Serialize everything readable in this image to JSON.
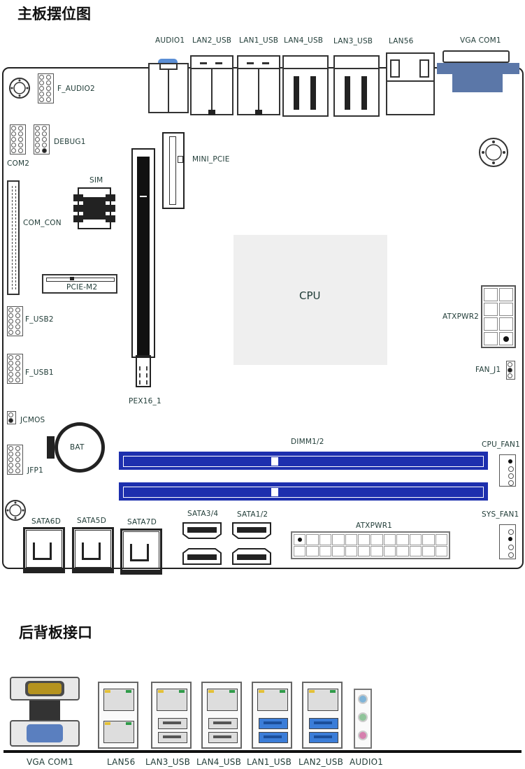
{
  "titles": {
    "layout": "主板摆位图",
    "rear_panel": "后背板接口"
  },
  "board": {
    "top_connectors": {
      "audio1": "AUDIO1",
      "lan2_usb": "LAN2_USB",
      "lan1_usb": "LAN1_USB",
      "lan4_usb": "LAN4_USB",
      "lan3_usb": "LAN3_USB",
      "lan56": "LAN56",
      "vga_com1": "VGA  COM1"
    },
    "left": {
      "f_audio2": "F_AUDIO2",
      "debug1": "DEBUG1",
      "com2": "COM2",
      "sim": "SIM",
      "com_con": "COM_CON",
      "pcie_m2": "PCIE-M2",
      "f_usb2": "F_USB2",
      "f_usb1": "F_USB1",
      "jcmos": "JCMOS",
      "jfp1": "JFP1",
      "bat": "BAT"
    },
    "center": {
      "mini_pcie": "MINI_PCIE",
      "pex16_1": "PEX16_1",
      "cpu": "CPU",
      "dimm": "DIMM1/2"
    },
    "right": {
      "atxpwr2": "ATXPWR2",
      "fan_j1": "FAN_J1",
      "cpu_fan1": "CPU_FAN1",
      "sys_fan1": "SYS_FAN1"
    },
    "bottom": {
      "sata6d": "SATA6D",
      "sata5d": "SATA5D",
      "sata7d": "SATA7D",
      "sata34": "SATA3/4",
      "sata12": "SATA1/2",
      "atxpwr1": "ATXPWR1"
    }
  },
  "rear_panel": {
    "labels": [
      "VGA  COM1",
      "LAN56",
      "LAN3_USB",
      "LAN4_USB",
      "LAN1_USB",
      "LAN2_USB",
      "AUDIO1"
    ]
  },
  "colors": {
    "dimm_blue": "#1d2fae",
    "usb3_blue": "#3b7dd8",
    "vga_blue": "#5a7fbf",
    "audio_blue_jack": "#7fb4d8",
    "audio_green_jack": "#8fc49a",
    "audio_pink_jack": "#d67fae",
    "audio1_cap": "#5b8fd6",
    "com_port_blue": "#5b77a8"
  }
}
